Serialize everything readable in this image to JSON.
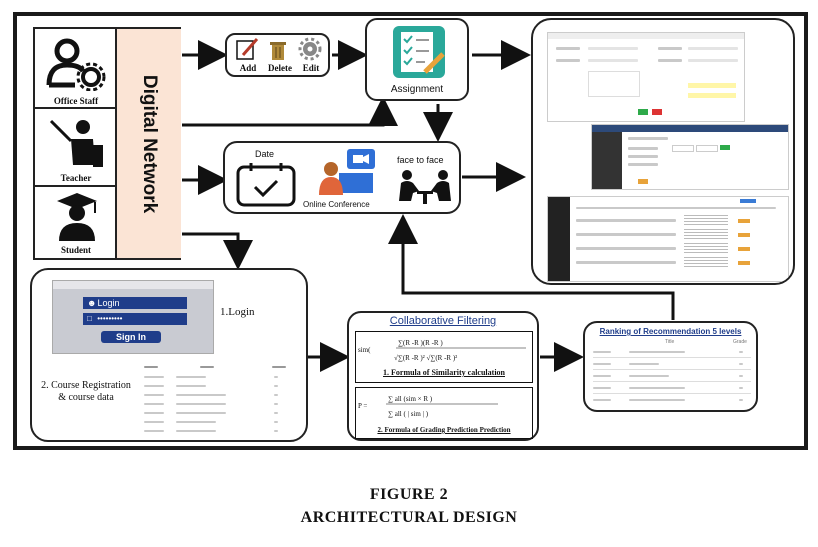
{
  "roles": {
    "office_staff": "Office Staff",
    "teacher": "Teacher",
    "student": "Student"
  },
  "network_label": "Digital Network",
  "actions": {
    "add": "Add",
    "delete": "Delete",
    "edit": "Edit"
  },
  "assignment": "Assignment",
  "meeting": {
    "date": "Date",
    "online": "Online Conference",
    "face": "face to face"
  },
  "login_panel": {
    "login_field": "Login",
    "password_field": "•••••••••",
    "signin": "Sign In",
    "step1": "1.Login",
    "step2": "2. Course Registration & course data"
  },
  "cf": {
    "title": "Collaborative Filtering",
    "formula1_caption": "1. Formula of Similarity calculation",
    "formula2_caption": "2. Formula of Grading Prediction Prediction"
  },
  "ranking": {
    "title": "Ranking of Recommendation 5 levels",
    "col_title": "Title",
    "col_grade": "Grade"
  },
  "figure": {
    "number": "FIGURE 2",
    "title": "ARCHITECTURAL DESIGN"
  },
  "colors": {
    "network_fill": "#fbe4d5",
    "teal": "#2aa89a",
    "login_blue": "#1f3d8a"
  }
}
